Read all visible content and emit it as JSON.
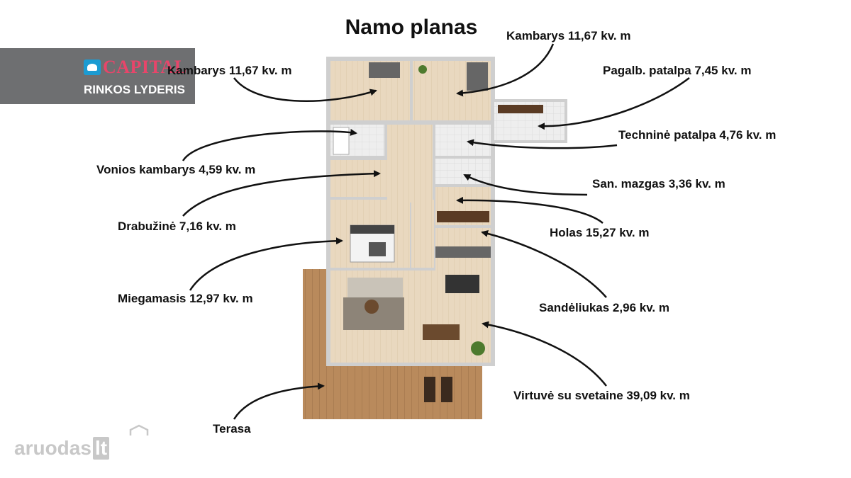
{
  "title": "Namo planas",
  "brand": {
    "logo_text": "CAPITAL",
    "tagline": "RINKOS LYDERIS"
  },
  "watermark": {
    "text": "aruodas",
    "tld": "lt"
  },
  "rooms": [
    {
      "id": "kambarys_a",
      "label": "Kambarys 11,67 kv. m"
    },
    {
      "id": "kambarys_b",
      "label": "Kambarys 11,67 kv. m"
    },
    {
      "id": "pagalb_patalpa",
      "label": "Pagalb. patalpa 7,45 kv. m"
    },
    {
      "id": "technine_patalpa",
      "label": "Techninė patalpa 4,76 kv. m"
    },
    {
      "id": "vonios_kambarys",
      "label": "Vonios kambarys 4,59 kv. m"
    },
    {
      "id": "san_mazgas",
      "label": "San. mazgas 3,36 kv. m"
    },
    {
      "id": "drabuzine",
      "label": "Drabužinė 7,16 kv. m"
    },
    {
      "id": "holas",
      "label": "Holas 15,27 kv. m"
    },
    {
      "id": "miegamasis",
      "label": "Miegamasis 12,97 kv. m"
    },
    {
      "id": "sandeliukas",
      "label": "Sandėliukas 2,96 kv. m"
    },
    {
      "id": "virtuve",
      "label": "Virtuvė su svetaine 39,09 kv. m"
    },
    {
      "id": "terasa",
      "label": "Terasa"
    }
  ],
  "colors": {
    "floor": "#e8d6bc",
    "wall": "#c8c8c8",
    "deck": "#b8875a",
    "arrow": "#111111",
    "brand_bg": "#6e6f71",
    "brand_accent": "#e8456a"
  }
}
